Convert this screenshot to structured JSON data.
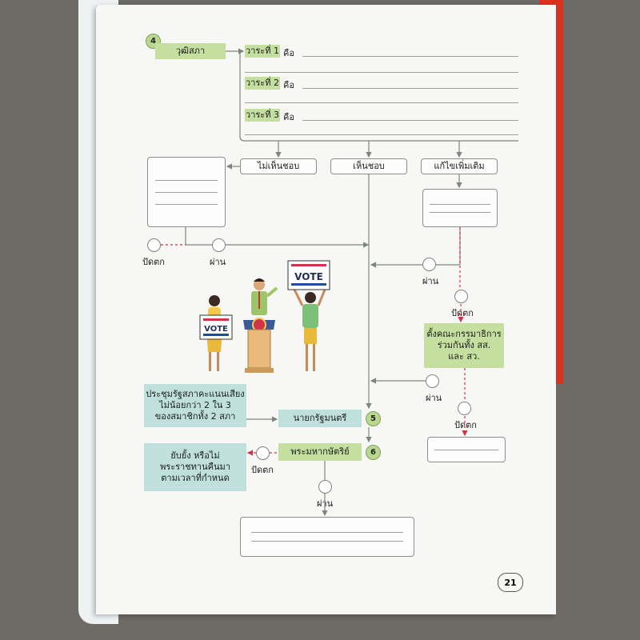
{
  "senate": {
    "badge": "4",
    "label": "วุฒิสภา",
    "rounds": [
      "วาระที่ 1",
      "วาระที่ 2",
      "วาระที่ 3"
    ],
    "is_word": "คือ"
  },
  "choices": {
    "disagree": "ไม่เห็นชอบ",
    "agree": "เห็นชอบ",
    "amend": "แก้ไขเพิ่มเติม"
  },
  "outcomes": {
    "reject": "ปัดตก",
    "pass": "ผ่าน"
  },
  "committee": [
    "ตั้งคณะกรรมาธิการ",
    "ร่วมกันทั้ง สส.",
    "และ สว."
  ],
  "joint_session": [
    "ประชุมรัฐสภาคะแนนเสียง",
    "ไม่น้อยกว่า 2 ใน 3",
    "ของสมาชิกทั้ง 2 สภา"
  ],
  "pm": {
    "label": "นายกรัฐมนตรี",
    "badge": "5"
  },
  "king": {
    "label": "พระมหากษัตริย์",
    "badge": "6"
  },
  "veto": [
    "ยับยั้ง หรือไม่",
    "พระราชทานคืนมา",
    "ตามเวลาที่กำหนด"
  ],
  "vote_sign": "VOTE",
  "page_number": "21",
  "colors": {
    "green_box": "#c4dfa0",
    "teal_box": "#bfe0dc",
    "red_dash": "#d0334a",
    "page_red": "#d9321f"
  }
}
